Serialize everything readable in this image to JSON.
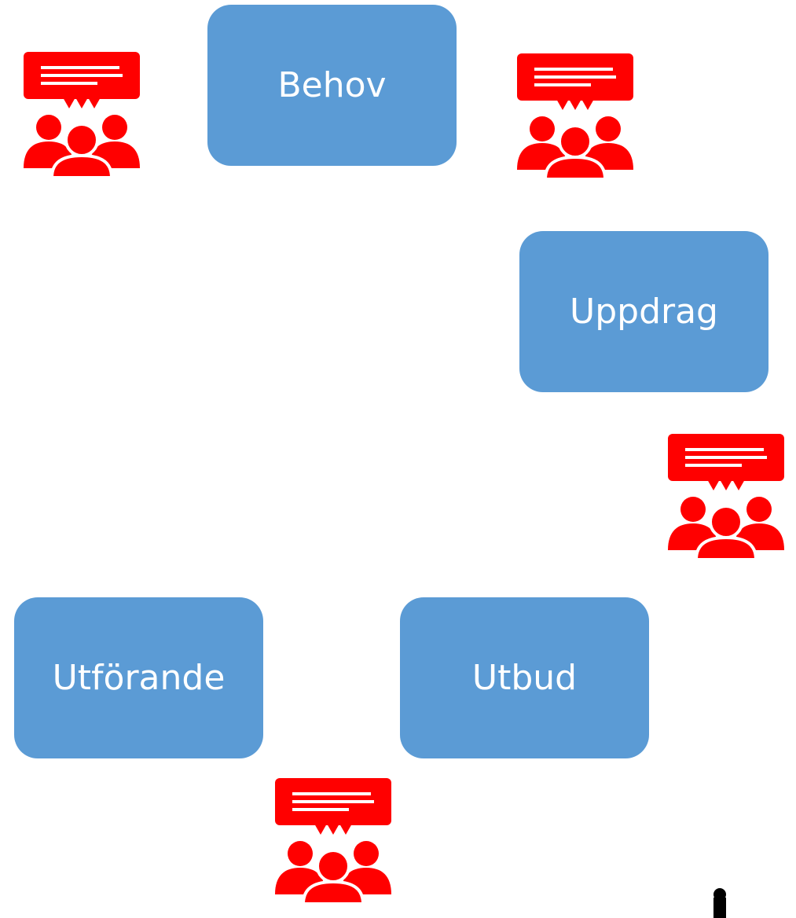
{
  "diagram": {
    "boxes": [
      {
        "id": "behov",
        "label": "Behov"
      },
      {
        "id": "uppdrag",
        "label": "Uppdrag"
      },
      {
        "id": "utbud",
        "label": "Utbud"
      },
      {
        "id": "utforande",
        "label": "Utförande"
      }
    ],
    "colors": {
      "box_fill": "#5b9bd5",
      "box_text": "#ffffff",
      "meeting_icon": "#ff0000"
    },
    "icons": [
      "meeting-people-icon",
      "meeting-people-icon",
      "meeting-people-icon",
      "meeting-people-icon"
    ]
  }
}
